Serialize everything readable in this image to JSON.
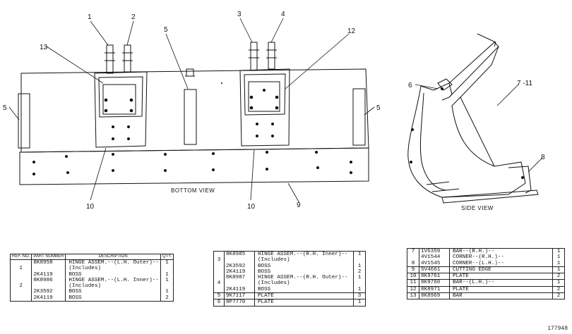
{
  "views": {
    "bottom": "BOTTOM VIEW",
    "side": "SIDE VIEW"
  },
  "callouts": {
    "c1": "1",
    "c2": "2",
    "c3": "3",
    "c4": "4",
    "c5a": "5",
    "c5b": "5",
    "c5c": "5",
    "c6": "6",
    "c7": "7 -11",
    "c8": "8",
    "c9": "9",
    "c10a": "10",
    "c10b": "10",
    "c12": "12",
    "c13": "13"
  },
  "table_headers": {
    "ref": "REF. NO.",
    "part": "PART NUMBER",
    "desc": "DESCRIPTION",
    "qty": "QTY."
  },
  "table1": [
    {
      "ref": "",
      "part": "8K8958",
      "desc": "HINGE ASSEM.--(L.H. Outer)--",
      "qty": "1"
    },
    {
      "ref": "1",
      "part": "",
      "desc": "(Includes)",
      "qty": ""
    },
    {
      "ref": "",
      "part": "2K4119",
      "desc": "BOSS",
      "qty": "1"
    },
    {
      "ref": "",
      "part": "8K8986",
      "desc": "HINGE ASSEM.--(L.H. Inner)--",
      "qty": "1"
    },
    {
      "ref": "2",
      "part": "",
      "desc": "(Includes)",
      "qty": ""
    },
    {
      "ref": "",
      "part": "2K3592",
      "desc": "BOSS",
      "qty": "1"
    },
    {
      "ref": "",
      "part": "2K4119",
      "desc": "BOSS",
      "qty": "2"
    }
  ],
  "table2": [
    {
      "ref": "",
      "part": "8K8985",
      "desc": "HINGE ASSEM.--(R.H. Inner)--",
      "qty": "1"
    },
    {
      "ref": "3",
      "part": "",
      "desc": "(Includes)",
      "qty": ""
    },
    {
      "ref": "",
      "part": "2K3592",
      "desc": "BOSS",
      "qty": "1"
    },
    {
      "ref": "",
      "part": "2K4119",
      "desc": "BOSS",
      "qty": "2"
    },
    {
      "ref": "",
      "part": "8K8987",
      "desc": "HINGE ASSEM.--(R.H. Outer)--",
      "qty": "1"
    },
    {
      "ref": "4",
      "part": "",
      "desc": "(Includes)",
      "qty": ""
    },
    {
      "ref": "",
      "part": "2K4119",
      "desc": "BOSS",
      "qty": "1"
    },
    {
      "ref": "5",
      "part": "9K7117",
      "desc": "PLATE",
      "qty": "3"
    },
    {
      "ref": "6",
      "part": "8P7770",
      "desc": "PLATE",
      "qty": "1"
    }
  ],
  "table3": [
    {
      "ref": "7",
      "part": "1V6359",
      "desc": "BAR--(R.H.)--",
      "qty": "1"
    },
    {
      "ref": "",
      "part": "4V1544",
      "desc": "CORNER--(R.H.)--",
      "qty": "1"
    },
    {
      "ref": "8",
      "part": "4V1545",
      "desc": "CORNER--(L.H.)--",
      "qty": "1"
    },
    {
      "ref": "9",
      "part": "5V4661",
      "desc": "CUTTING EDGE",
      "qty": "1"
    },
    {
      "ref": "10",
      "part": "8K9761",
      "desc": "PLATE",
      "qty": "2"
    },
    {
      "ref": "11",
      "part": "8K9760",
      "desc": "BAR--(L.H.)--",
      "qty": "1"
    },
    {
      "ref": "12",
      "part": "8K8971",
      "desc": "PLATE",
      "qty": "2"
    },
    {
      "ref": "13",
      "part": "8K8969",
      "desc": "BAR",
      "qty": "2"
    }
  ],
  "stamp": "177948"
}
